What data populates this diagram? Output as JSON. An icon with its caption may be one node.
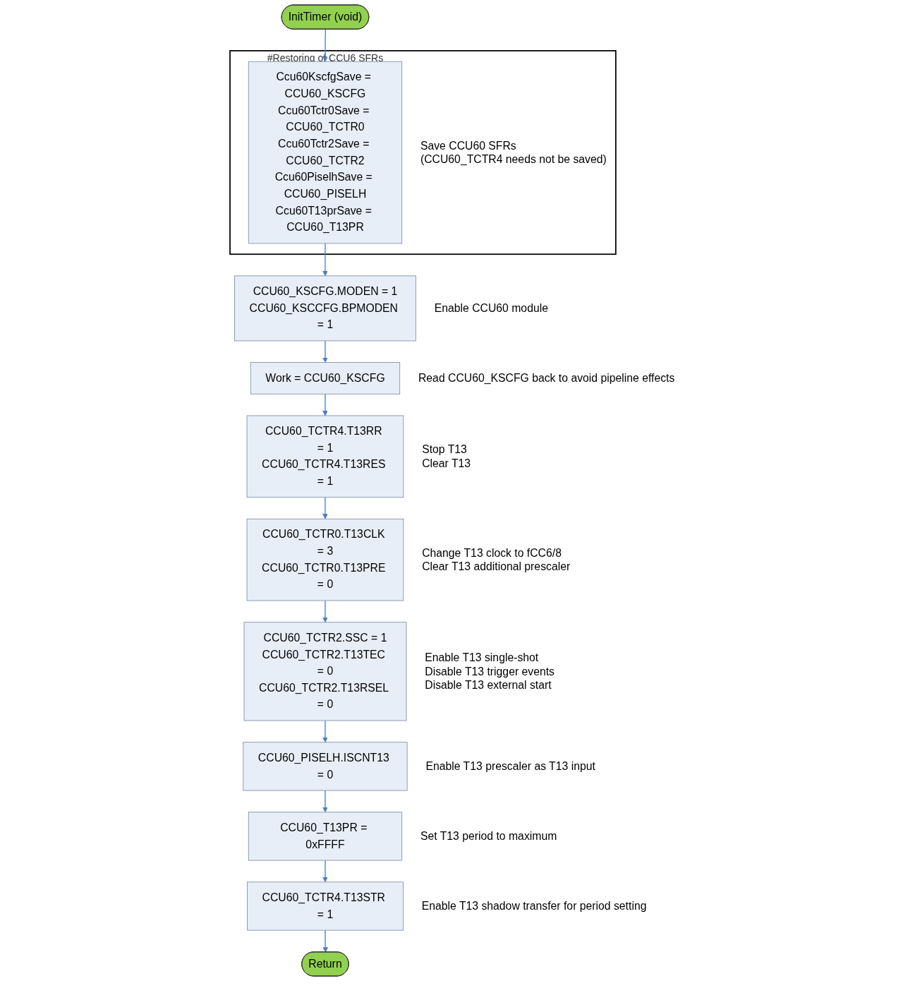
{
  "diagram": {
    "nodes": [
      {
        "text": [
          "InitTimer (void)"
        ]
      },
      {
        "text": [
          "#Restoring of CCU6 SFRs"
        ]
      },
      {
        "text": [
          "Ccu60KscfgSave = CCU60_KSCFG",
          "Ccu60Tctr0Save = CCU60_TCTR0",
          "Ccu60Tctr2Save = CCU60_TCTR2",
          "Ccu60PiselhSave = CCU60_PISELH",
          "Ccu60T13prSave = CCU60_T13PR"
        ],
        "in": 1,
        "beside": [
          "Save CCU60 SFRs",
          "(CCU60_TCTR4 needs not be saved)"
        ]
      },
      {
        "text": [
          "CCU60_KSCFG.MODEN = 1",
          "CCU60_KSCCFG.BPMODEN = 1"
        ],
        "beside": [
          "Enable CCU60 module"
        ]
      },
      {
        "text": [
          "Work = CCU60_KSCFG"
        ],
        "beside": [
          "Read CCU60_KSCFG back to avoid pipeline effects"
        ]
      },
      {
        "text": [
          "CCU60_TCTR4.T13RR = 1",
          "CCU60_TCTR4.T13RES = 1"
        ],
        "beside": [
          "Stop T13",
          "Clear T13"
        ]
      },
      {
        "text": [
          "CCU60_TCTR0.T13CLK = 3",
          "CCU60_TCTR0.T13PRE = 0"
        ],
        "beside": [
          "Change T13 clock to fCC6/8",
          "Clear T13 additional prescaler"
        ]
      },
      {
        "text": [
          "CCU60_TCTR2.SSC = 1",
          "CCU60_TCTR2.T13TEC = 0",
          "CCU60_TCTR2.T13RSEL = 0"
        ],
        "beside": [
          "Enable T13 single-shot",
          "Disable T13 trigger events",
          "Disable T13 external start"
        ]
      },
      {
        "text": [
          "CCU60_PISELH.ISCNT13 = 0"
        ],
        "beside": [
          "Enable T13 prescaler as T13 input"
        ]
      },
      {
        "text": [
          "CCU60_T13PR = 0xFFFF"
        ],
        "beside": [
          "Set T13 period to maximum"
        ]
      },
      {
        "text": [
          "CCU60_TCTR4.T13STR = 1"
        ],
        "beside": [
          "Enable T13 shadow transfer for period setting"
        ]
      },
      {
        "text": [
          "Return"
        ]
      }
    ],
    "edges": [
      {
        "from": 0,
        "to": 2,
        "arrow": "to"
      },
      {
        "from": 2,
        "to": 3,
        "arrow": "to"
      },
      {
        "from": 3,
        "to": 4,
        "arrow": "to"
      },
      {
        "from": 4,
        "to": 5,
        "arrow": "to"
      },
      {
        "from": 5,
        "to": 6,
        "arrow": "to"
      },
      {
        "from": 6,
        "to": 7,
        "arrow": "to"
      },
      {
        "from": 7,
        "to": 8,
        "arrow": "to"
      },
      {
        "from": 8,
        "to": 9,
        "arrow": "to"
      },
      {
        "from": 9,
        "to": 10,
        "arrow": "to"
      },
      {
        "from": 10,
        "to": 11,
        "arrow": "to"
      }
    ]
  }
}
